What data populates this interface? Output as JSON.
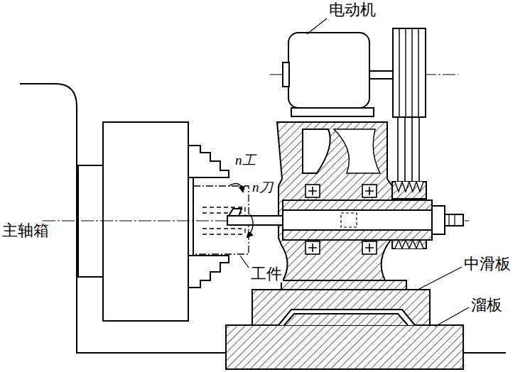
{
  "diagram": {
    "labels": [
      "电动机",
      "n工",
      "n刀",
      "主轴箱",
      "工件",
      "中滑板",
      "溜板"
    ]
  }
}
